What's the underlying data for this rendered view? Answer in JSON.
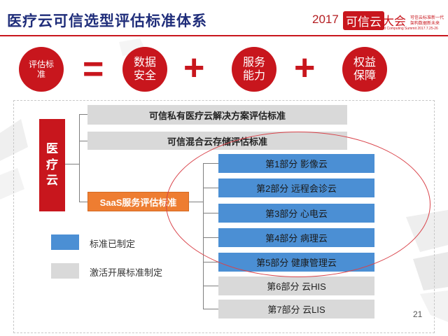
{
  "title": "医疗云可信选型评估标准体系",
  "logo": {
    "year": "2017",
    "name_part1": "可信云",
    "name_part2": "大会",
    "tagline_line1": "可信云标准新一代",
    "tagline_line2": "架构数据新未来",
    "subtitle": "Cloud Computing Summit 2017.7.25-26"
  },
  "equation": {
    "left": "评估标准",
    "equals": "=",
    "item1": "数据安全",
    "plus1": "+",
    "item2": "服务能力",
    "plus2": "+",
    "item3": "权益保障"
  },
  "tree": {
    "root": "医疗云",
    "branch1": "可信私有医疗云解决方案评估标准",
    "branch2": "可信混合云存储评估标准",
    "branch3": "SaaS服务评估标准",
    "parts": [
      {
        "label": "第1部分 影像云"
      },
      {
        "label": "第2部分 远程会诊云"
      },
      {
        "label": "第3部分 心电云"
      },
      {
        "label": "第4部分 病理云"
      },
      {
        "label": "第5部分 健康管理云"
      },
      {
        "label": "第6部分 云HIS"
      },
      {
        "label": "第7部分 云LIS"
      }
    ]
  },
  "legend": {
    "established": "标准已制定",
    "in_progress": "激活开展标准制定"
  },
  "colors": {
    "accent_red": "#c8161d",
    "established_blue": "#4b8fd4",
    "in_progress_gray": "#d9d9d9",
    "saas_orange": "#ee7d31"
  },
  "page_number": "21"
}
